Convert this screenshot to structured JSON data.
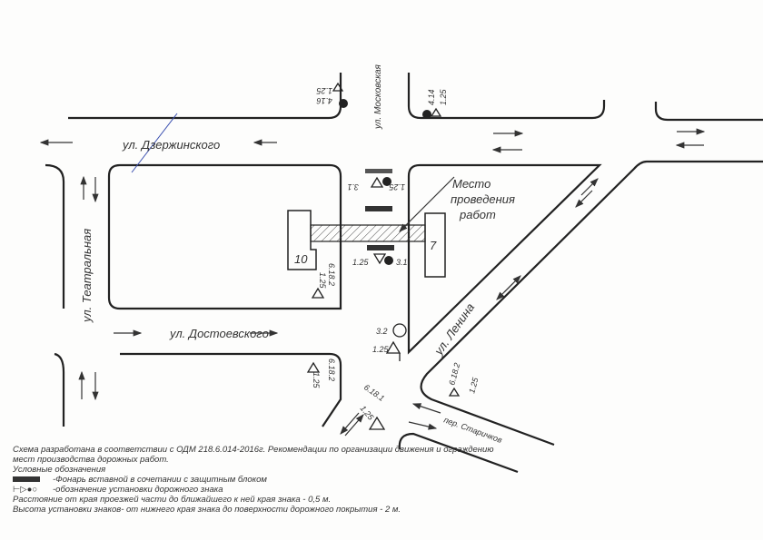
{
  "streets": {
    "dzerzhinskogo": "ул. Дзержинского",
    "moskovskaya": "ул. Московская",
    "teatralnaya": "ул. Театральная",
    "dostoevskogo": "ул. Достоевского",
    "lenina": "ул. Ленина",
    "starichkov": "пер. Старичков"
  },
  "work_site": {
    "line1": "Место",
    "line2": "проведения",
    "line3": "работ"
  },
  "buildings": {
    "b10": "10",
    "b7": "7"
  },
  "signs": {
    "s416": "4.16",
    "s414": "4.14",
    "s125": "1.25",
    "s31": "3.1",
    "s32": "3.2",
    "s6182": "6.18.2",
    "s6181": "6.18.1"
  },
  "legend": {
    "note1": "Схема разработана в соответствии с ОДМ 218.6.014-2016г. Рекомендации по организации движения и ограждению",
    "note2": "мест производства дорожных работ.",
    "title": "Условные обозначения",
    "lamp": "-Фонарь вставной в сочетании с защитным блоком",
    "sign": "-обозначение установки дорожного знака",
    "dist": "Расстояние от края проезжей части до ближайшего к ней края знака - 0,5 м.",
    "height": "Высота установки знаков- от нижнего края знака до поверхности дорожного покрытия - 2 м."
  }
}
